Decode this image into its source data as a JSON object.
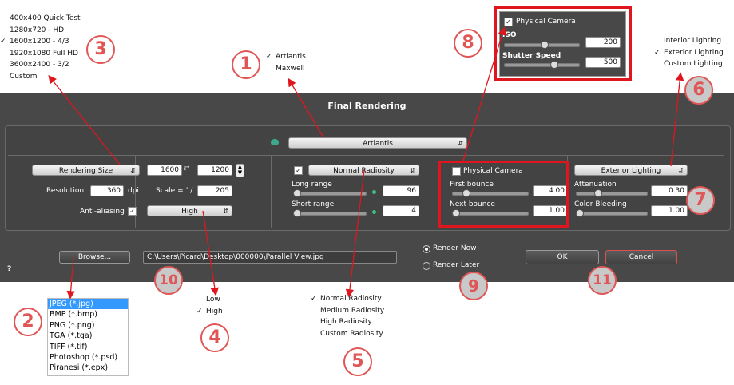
{
  "dialog": {
    "title": "Final Rendering",
    "engine_selected": "Artlantis",
    "rendering_size_label": "Rendering Size",
    "width": "1600",
    "height": "1200",
    "resolution_label": "Resolution",
    "resolution_value": "360",
    "resolution_unit": "dpi",
    "scale_label": "Scale = 1/",
    "scale_value": "205",
    "antialiasing_label": "Anti-aliasing",
    "antialiasing_quality": "High",
    "radiosity_selected": "Normal Radiosity",
    "long_range_label": "Long range",
    "long_range_value": "96",
    "short_range_label": "Short range",
    "short_range_value": "4",
    "physical_camera_label": "Physical Camera",
    "first_bounce_label": "First bounce",
    "first_bounce_value": "4.00",
    "next_bounce_label": "Next bounce",
    "next_bounce_value": "1.00",
    "lighting_selected": "Exterior Lighting",
    "attenuation_label": "Attenuation",
    "attenuation_value": "0.30",
    "color_bleeding_label": "Color Bleeding",
    "color_bleeding_value": "1.00",
    "browse_label": "Browse...",
    "file_path": "C:\\Users\\Picard\\Desktop\\000000\\Parallel View.jpg",
    "render_now_label": "Render Now",
    "render_later_label": "Render Later",
    "ok_label": "OK",
    "cancel_label": "Cancel",
    "help_label": "?"
  },
  "size_options": {
    "items": [
      "400x400 Quick Test",
      "1280x720 - HD",
      "1600x1200 - 4/3",
      "1920x1080 Full HD",
      "3600x2400 - 3/2",
      "Custom"
    ],
    "checked": "1600x1200 - 4/3"
  },
  "engine_options": {
    "items": [
      "Artlantis",
      "Maxwell"
    ],
    "checked": "Artlantis"
  },
  "lighting_options": {
    "items": [
      "Interior Lighting",
      "Exterior Lighting",
      "Custom Lighting"
    ],
    "checked": "Exterior Lighting"
  },
  "quality_options": {
    "items": [
      "Low",
      "High"
    ],
    "checked": "High"
  },
  "radiosity_options": {
    "items": [
      "Normal Radiosity",
      "Medium Radiosity",
      "High Radiosity",
      "Custom Radiosity"
    ],
    "checked": "Normal Radiosity"
  },
  "file_formats": {
    "items": [
      "JPEG (*.jpg)",
      "BMP (*.bmp)",
      "PNG (*.png)",
      "TGA (*.tga)",
      "TIFF (*.tif)",
      "Photoshop (*.psd)",
      "Piranesi (*.epx)"
    ],
    "selected": "JPEG (*.jpg)"
  },
  "camera_popup": {
    "title": "Physical Camera",
    "iso_label": "ISO",
    "iso_value": "200",
    "shutter_label": "Shutter Speed",
    "shutter_value": "500"
  },
  "callouts": [
    "1",
    "2",
    "3",
    "4",
    "5",
    "6",
    "7",
    "8",
    "9",
    "10",
    "11"
  ],
  "colors": {
    "dialog_bg": "#484848",
    "callout_red": "#e05555",
    "highlight_red": "#e0161e",
    "selection_blue": "#3399ff"
  }
}
